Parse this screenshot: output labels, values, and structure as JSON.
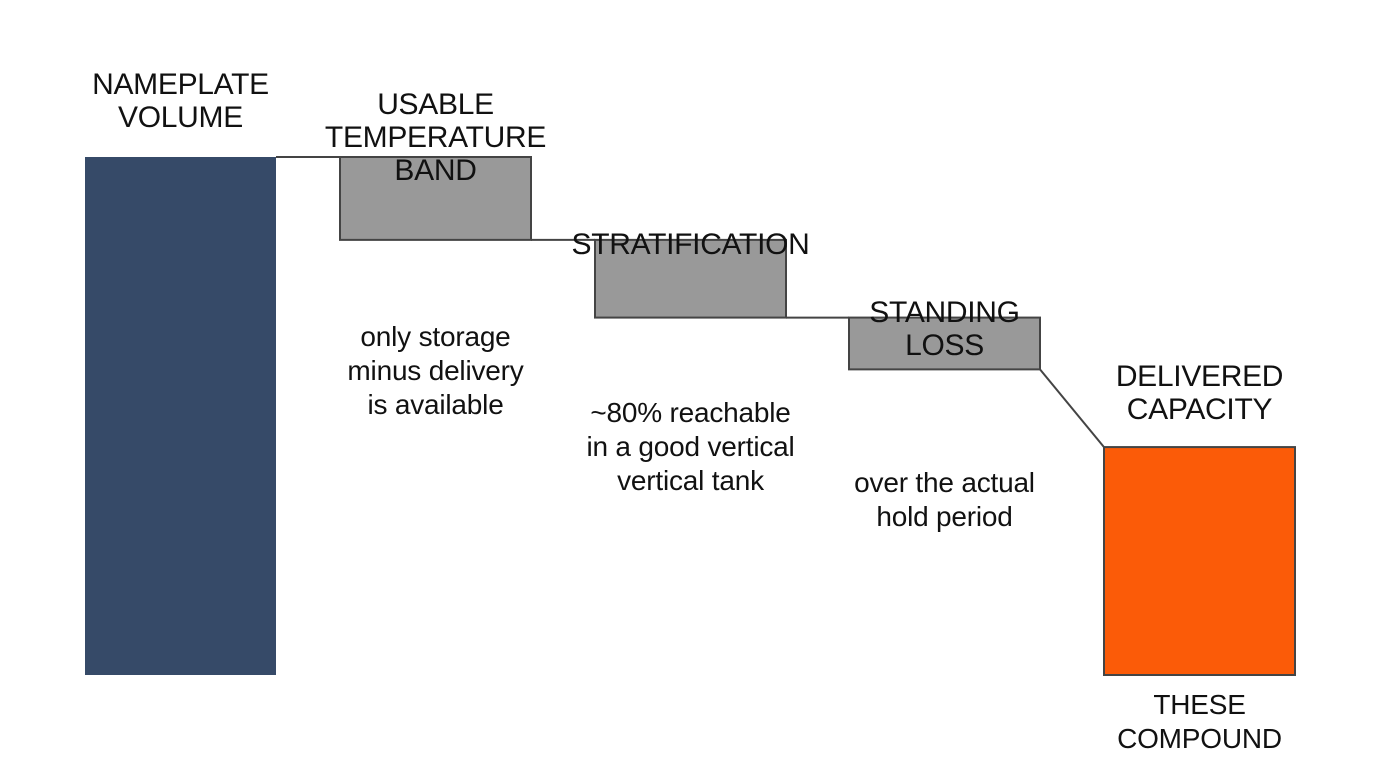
{
  "chart_data": {
    "type": "waterfall",
    "title": "",
    "xlabel": "",
    "ylabel": "",
    "grid": false,
    "legend": "none",
    "categories": [
      "NAMEPLATE\nVOLUME",
      "USABLE\nTEMPERATURE\nBAND",
      "STRATIFICATION",
      "STANDING\nLOSS",
      "DELIVERED\nCAPACITY"
    ],
    "steps": [
      {
        "kind": "total",
        "value": 100
      },
      {
        "kind": "decrease",
        "value": -16
      },
      {
        "kind": "decrease",
        "value": -15
      },
      {
        "kind": "decrease",
        "value": -10
      },
      {
        "kind": "total",
        "value": 44
      }
    ],
    "connector_dips": [
      0,
      11,
      0,
      3,
      0
    ],
    "annotations": [
      "",
      "only storage\nminus delivery\nis available",
      "~80% reachable\nin a good vertical\nvertical tank",
      "over the actual\nhold period",
      "THESE COMPOUND"
    ],
    "colors": {
      "total_start": "#364a68",
      "decrease": "#999999",
      "total_end": "#fb5b08",
      "outline": "#444444",
      "text": "#111111"
    }
  }
}
